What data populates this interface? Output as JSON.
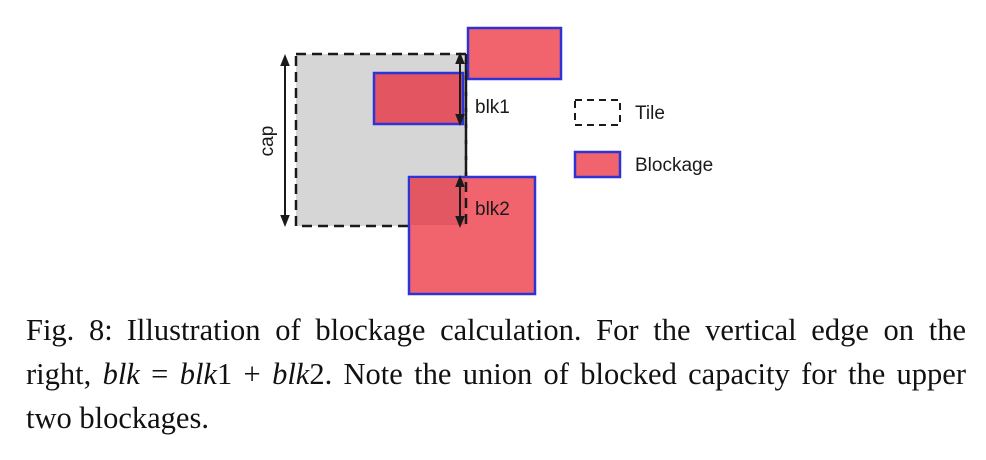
{
  "diagram": {
    "labels": {
      "cap": "cap",
      "blk1": "blk1",
      "blk2": "blk2"
    },
    "legend": {
      "tile": "Tile",
      "blockage": "Blockage"
    },
    "colors": {
      "tile_fill": "#d6d6d6",
      "blockage_fill": "#f2646d",
      "blockage_border": "#2f33d6",
      "dash": "#1a1a1a"
    }
  },
  "caption": {
    "fig": "Fig. 8:",
    "text1": "Illustration of blockage calculation. For the vertical edge on the right, ",
    "eq_lhs": "blk",
    "eq_eq": " = ",
    "eq_t1": "blk",
    "eq_n1": "1",
    "eq_plus": " + ",
    "eq_t2": "blk",
    "eq_n2": "2",
    "text2": ". Note the union of blocked capacity for the upper two blockages."
  }
}
